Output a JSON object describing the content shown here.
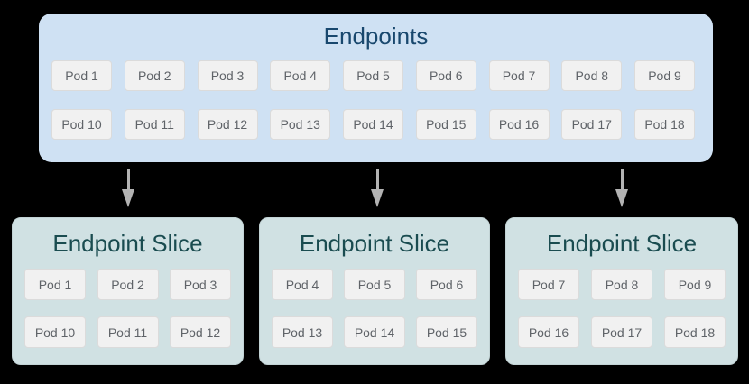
{
  "canvas": {
    "background": "#000000"
  },
  "colors": {
    "endpoints_fill": "#cfe1f3",
    "endpoints_title": "#19486e",
    "slice_fill": "#d0e1e3",
    "slice_title": "#1a4c50",
    "pod_fill": "#f1f1f1",
    "pod_border": "#dbdbdb",
    "pod_text": "#5f6368",
    "arrow": "#b3b3b3"
  },
  "endpoints": {
    "title": "Endpoints",
    "rows": [
      [
        "Pod 1",
        "Pod 2",
        "Pod 3",
        "Pod 4",
        "Pod 5",
        "Pod 6",
        "Pod 7",
        "Pod 8",
        "Pod 9"
      ],
      [
        "Pod 10",
        "Pod 11",
        "Pod 12",
        "Pod 13",
        "Pod 14",
        "Pod 15",
        "Pod 16",
        "Pod 17",
        "Pod 18"
      ]
    ]
  },
  "arrows": [
    {
      "icon": "arrow-down"
    },
    {
      "icon": "arrow-down"
    },
    {
      "icon": "arrow-down"
    }
  ],
  "slices": [
    {
      "title": "Endpoint Slice",
      "rows": [
        [
          "Pod 1",
          "Pod 2",
          "Pod 3"
        ],
        [
          "Pod 10",
          "Pod 11",
          "Pod 12"
        ]
      ]
    },
    {
      "title": "Endpoint Slice",
      "rows": [
        [
          "Pod 4",
          "Pod 5",
          "Pod 6"
        ],
        [
          "Pod 13",
          "Pod 14",
          "Pod 15"
        ]
      ]
    },
    {
      "title": "Endpoint Slice",
      "rows": [
        [
          "Pod 7",
          "Pod 8",
          "Pod 9"
        ],
        [
          "Pod 16",
          "Pod 17",
          "Pod 18"
        ]
      ]
    }
  ]
}
